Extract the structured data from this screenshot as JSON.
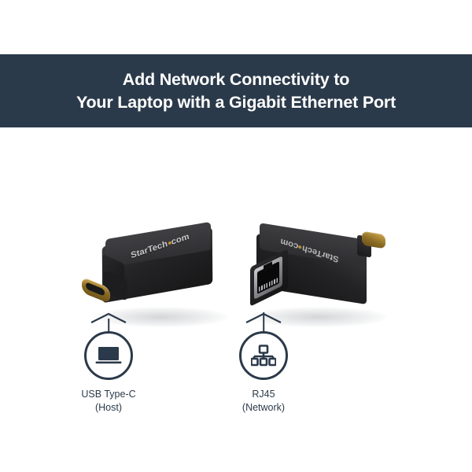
{
  "banner": {
    "line1": "Add Network Connectivity to",
    "line2": "Your Laptop with a Gigabit Ethernet Port",
    "background_color": "#2b3a4a",
    "text_color": "#ffffff"
  },
  "brand": {
    "name_part1": "StarTech",
    "name_part2": "com",
    "dot_color": "#e0a32e"
  },
  "products": [
    {
      "id": "usb-c-adapter-front",
      "name": "USB-C to Gigabit Ethernet adapter, label side",
      "body_color": "#242426",
      "connector": "USB Type-C",
      "connector_color": "#8a6a23"
    },
    {
      "id": "usb-c-adapter-rear",
      "name": "USB-C to Gigabit Ethernet adapter, RJ45 port side",
      "body_color": "#232325",
      "port": "RJ45",
      "port_shield_color": "#8d8d92",
      "connector": "USB Type-C",
      "connector_color": "#8d6d26"
    }
  ],
  "callouts": [
    {
      "icon": "laptop-icon",
      "label_line1": "USB Type-C",
      "label_line2": "(Host)",
      "stroke_color": "#2b3a4a"
    },
    {
      "icon": "network-topology-icon",
      "label_line1": "RJ45",
      "label_line2": "(Network)",
      "stroke_color": "#2b3a4a"
    }
  ]
}
